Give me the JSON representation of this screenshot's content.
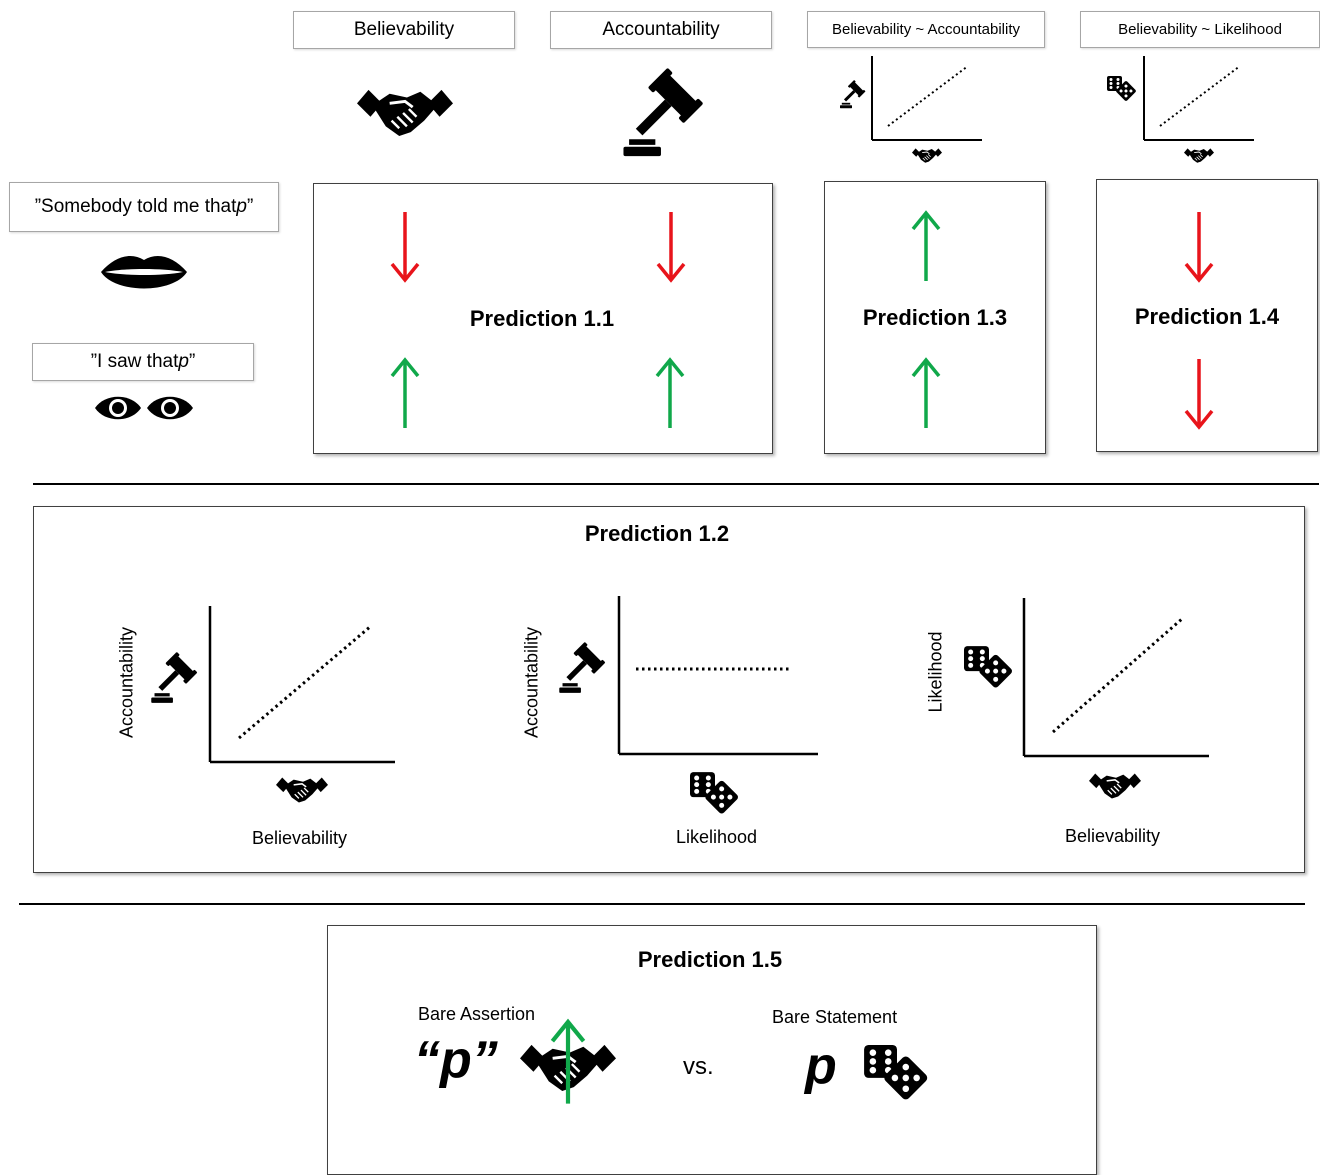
{
  "header": {
    "believability": "Believability",
    "accountability": "Accountability",
    "bel_acc": "Believability ~ Accountability",
    "bel_lik": "Believability ~ Likelihood"
  },
  "conditions": {
    "told_prefix": "”Somebody told me that ",
    "told_p": "p",
    "told_suffix": "”",
    "saw_prefix": "”I saw that ",
    "saw_p": "p",
    "saw_suffix": "”"
  },
  "predictions": {
    "p11": "Prediction 1.1",
    "p12": "Prediction 1.2",
    "p13": "Prediction 1.3",
    "p14": "Prediction 1.4",
    "p15": "Prediction 1.5"
  },
  "p12_charts": [
    {
      "ylabel": "Accountability",
      "xlabel": "Believability",
      "trend": "increasing"
    },
    {
      "ylabel": "Accountability",
      "xlabel": "Likelihood",
      "trend": "flat"
    },
    {
      "ylabel": "Likelihood",
      "xlabel": "Believability",
      "trend": "increasing"
    }
  ],
  "p15": {
    "bare_assertion": "Bare Assertion",
    "quoted_p": "“p”",
    "vs": "vs.",
    "bare_statement": "Bare Statement",
    "plain_p": "p"
  },
  "colors": {
    "down_arrow": "#e8141b",
    "up_arrow": "#10a84a",
    "panel_border": "#404040",
    "label_border": "#a6a6a6"
  },
  "icons": {
    "believability": "handshake-icon",
    "accountability": "gavel-icon",
    "likelihood": "dice-icon",
    "told": "lips-icon",
    "saw": "eyes-icon"
  }
}
